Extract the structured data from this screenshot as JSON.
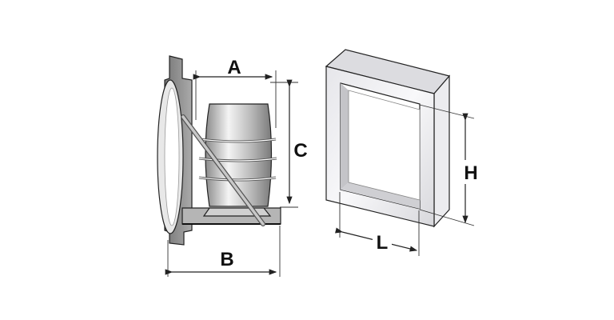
{
  "diagram": {
    "light": {
      "labels": {
        "a": "A",
        "b": "B",
        "c": "C"
      }
    },
    "frame": {
      "labels": {
        "h": "H",
        "l": "L"
      }
    }
  }
}
